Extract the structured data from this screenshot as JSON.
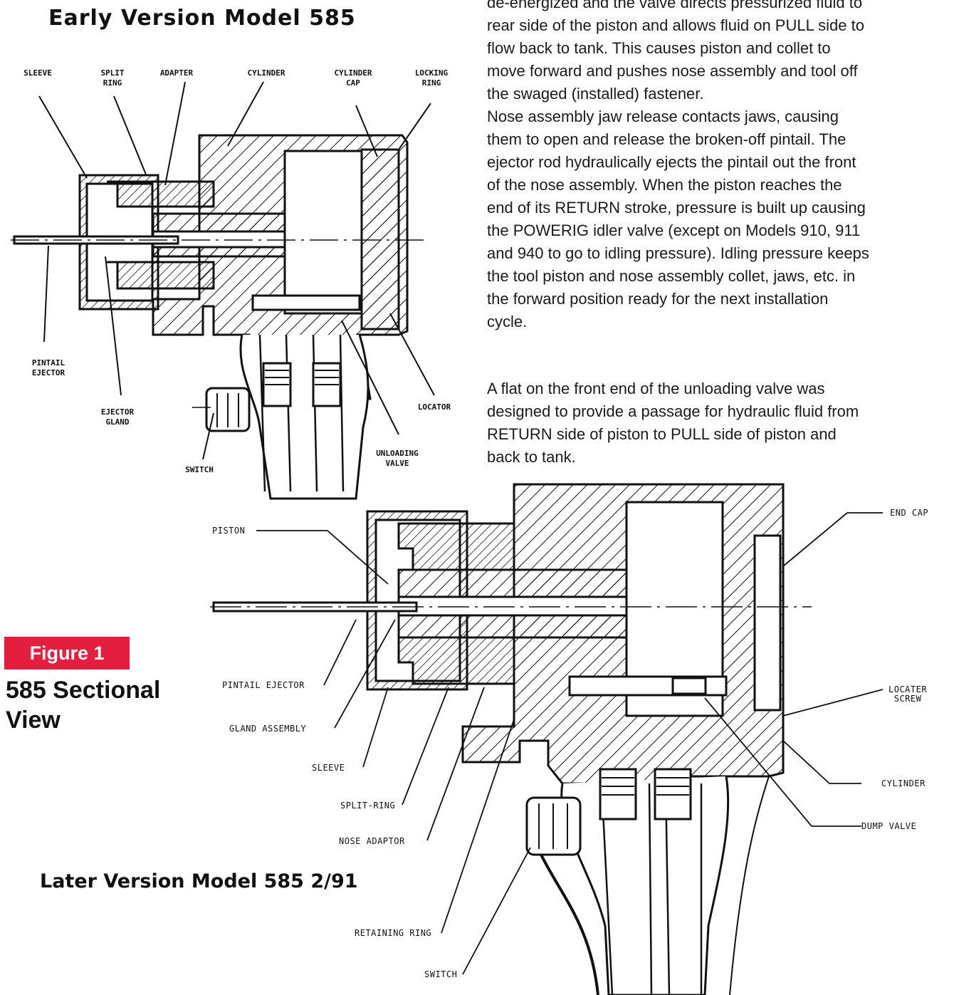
{
  "headings": {
    "early": "Early Version Model 585",
    "later": "Later Version Model 585   2/91"
  },
  "paragraphs": {
    "p1": "de-energized and the valve directs pressurized fluid to\nrear side of the piston and allows fluid on PULL side to\nflow back to tank. This causes piston and collet to\nmove forward and pushes nose assembly and tool off\nthe swaged (installed) fastener.",
    "p2": "Nose assembly jaw release contacts jaws, causing\nthem to open and release the broken-off pintail. The\nejector rod hydraulically ejects the pintail out the front\nof the nose assembly. When the piston reaches the\nend of its RETURN stroke, pressure is built up causing\nthe POWERIG idler valve (except on Models 910, 911\nand 940 to go to idling pressure). Idling pressure keeps\nthe tool piston and nose assembly collet, jaws, etc. in\nthe forward position ready for the next installation\ncycle.",
    "p3": "A flat on the front end of the unloading valve was\ndesigned to provide a passage for hydraulic fluid from\nRETURN side of piston to PULL side of piston and\nback to tank."
  },
  "figure": {
    "badge": "Figure 1",
    "caption": "585 Sectional View",
    "badge_color": "#e41e3f"
  },
  "early_labels": {
    "sleeve": "SLEEVE",
    "split_ring": "SPLIT\nRING",
    "adapter": "ADAPTER",
    "cylinder": "CYLINDER",
    "cylinder_cap": "CYLINDER\nCAP",
    "locking_ring": "LOCKING\nRING",
    "pintail_ejector": "PINTAIL\nEJECTOR",
    "ejector_gland": "EJECTOR\nGLAND",
    "locator": "LOCATOR",
    "unloading_valve": "UNLOADING\nVALVE",
    "switch": "SWITCH"
  },
  "later_labels": {
    "piston": "PISTON",
    "pintail_ejector": "PINTAIL EJECTOR",
    "gland_assembly": "GLAND ASSEMBLY",
    "sleeve": "SLEEVE",
    "split_ring": "SPLIT-RING",
    "nose_adaptor": "NOSE ADAPTOR",
    "retaining_ring": "RETAINING RING",
    "switch": "SWITCH",
    "end_cap": "END CAP",
    "locater_screw": "LOCATER\nSCREW",
    "cylinder": "CYLINDER",
    "dump_valve": "DUMP VALVE"
  }
}
